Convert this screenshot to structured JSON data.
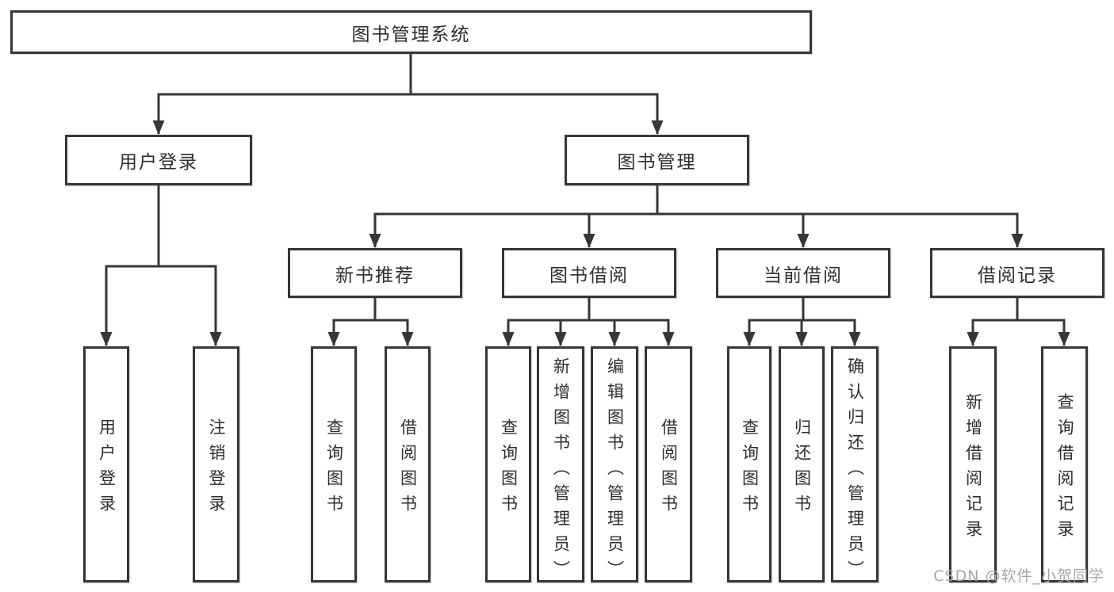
{
  "diagram": {
    "root": "图书管理系统",
    "user_login": {
      "label": "用户登录",
      "children": [
        "用户登录",
        "注销登录"
      ]
    },
    "book_management": {
      "label": "图书管理",
      "sections": [
        {
          "label": "新书推荐",
          "children": [
            "查询图书",
            "借阅图书"
          ]
        },
        {
          "label": "图书借阅",
          "children": [
            "查询图书",
            "新增图书（管理员）",
            "编辑图书（管理员）",
            "借阅图书"
          ]
        },
        {
          "label": "当前借阅",
          "children": [
            "查询图书",
            "归还图书",
            "确认归还（管理员）"
          ]
        },
        {
          "label": "借阅记录",
          "children": [
            "新增借阅记录",
            "查询借阅记录"
          ]
        }
      ]
    }
  },
  "watermark": "CSDN @软件_小贺同学",
  "colors": {
    "line": "#363636",
    "text": "#2d2d2d",
    "watermark": "#a3a7ab",
    "background": "#ffffff"
  }
}
